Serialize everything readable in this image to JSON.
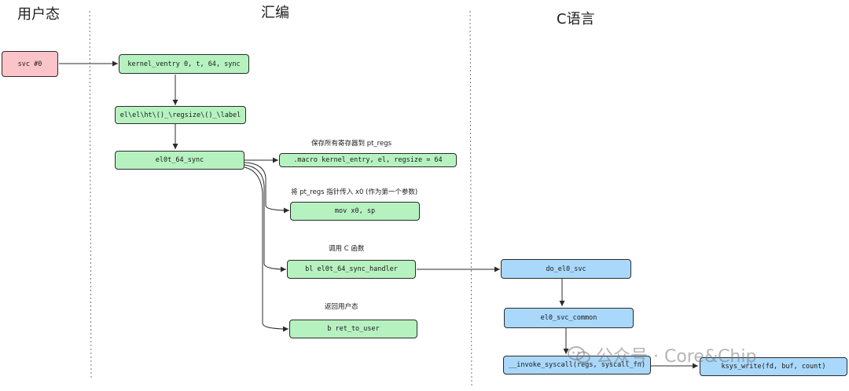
{
  "headers": {
    "user_mode": "用户态",
    "assembly": "汇编",
    "c_language": "C语言"
  },
  "boxes": {
    "svc": "svc #0",
    "kernel_ventry": "kernel_ventry  0, t, 64, sync",
    "el_label": "el\\el\\ht\\()_\\regsize\\()_\\label",
    "el0t_64_sync": "el0t_64_sync",
    "macro_kernel_entry": ".macro  kernel_entry, el, regsize = 64",
    "mov_x0_sp": "mov x0, sp",
    "bl_handler": "bl el0t_64_sync_handler",
    "b_ret_to_user": "b ret_to_user",
    "do_el0_svc": "do_el0_svc",
    "el0_svc_common": "el0_svc_common",
    "invoke_syscall": "__invoke_syscall(regs, syscall_fn)",
    "ksys_write": "ksys_write(fd, buf, count)"
  },
  "notes": {
    "save_regs": "保存所有寄存器到 pt_regs",
    "pass_pt_regs": "将 pt_regs 指针传入 x0 (作为第一个参数)",
    "call_c": "调用 C 函数",
    "return_user": "返回用户态"
  },
  "watermark": {
    "text": "公众号 · Core&Chip"
  },
  "colors": {
    "user_box": "#fbc4c8",
    "asm_box": "#b6f2c0",
    "c_box": "#a9d8fb",
    "stroke": "#2b2b2b"
  }
}
